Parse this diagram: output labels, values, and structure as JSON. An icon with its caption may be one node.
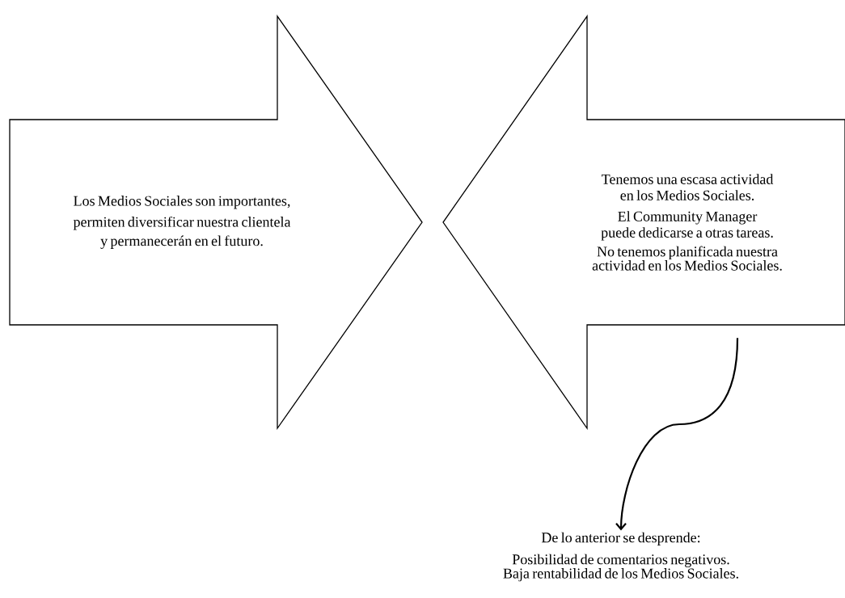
{
  "diagram": {
    "nodes": [
      {
        "text": [
          "Los Medios Sociales son importantes,",
          "permiten diversificar nuestra clientela",
          "y permanecerán en el futuro."
        ]
      },
      {
        "text": [
          "Tenemos una escasa actividad en los Medios Sociales.",
          "El Community Manager puede dedicarse a otras tareas.",
          "No tenemos planificada nuestra actividad en los Medios Sociales."
        ]
      },
      {
        "text": [
          "De lo anterior se desprende:",
          "Posibilidad de comentarios negativos.",
          "Baja rentabilidad de los Medios Sociales."
        ]
      }
    ],
    "edges": [
      {
        "from": 1,
        "to": 2,
        "arrow": "to"
      }
    ]
  }
}
